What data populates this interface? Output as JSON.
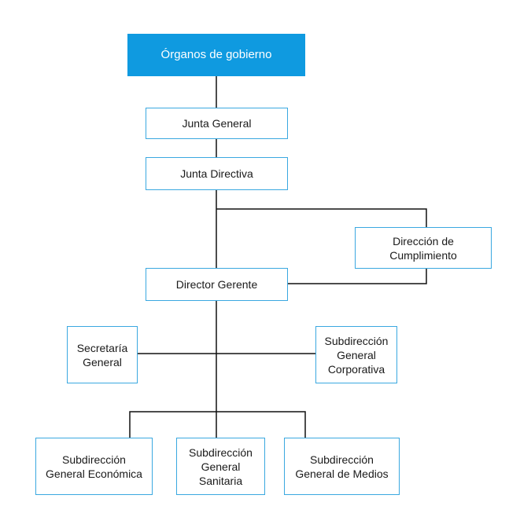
{
  "colors": {
    "header_fill": "#0f9ae0",
    "box_border": "#3aa8e0",
    "line": "#111111"
  },
  "nodes": {
    "organos": "Órganos de gobierno",
    "junta_general": "Junta General",
    "junta_directiva": "Junta Directiva",
    "direccion_cumplimiento": "Dirección de\nCumplimiento",
    "director_gerente": "Director Gerente",
    "secretaria_general": "Secretaría\nGeneral",
    "sub_corporativa": "Subdirección\nGeneral\nCorporativa",
    "sub_economica": "Subdirección\nGeneral Económica",
    "sub_sanitaria": "Subdirección\nGeneral\nSanitaria",
    "sub_medios": "Subdirección\nGeneral de Medios"
  },
  "edges": [
    [
      "organos",
      "junta_general"
    ],
    [
      "junta_general",
      "junta_directiva"
    ],
    [
      "junta_directiva",
      "director_gerente"
    ],
    [
      "junta_directiva",
      "direccion_cumplimiento"
    ],
    [
      "direccion_cumplimiento",
      "director_gerente"
    ],
    [
      "director_gerente",
      "secretaria_general"
    ],
    [
      "director_gerente",
      "sub_corporativa"
    ],
    [
      "director_gerente",
      "sub_economica"
    ],
    [
      "director_gerente",
      "sub_sanitaria"
    ],
    [
      "director_gerente",
      "sub_medios"
    ]
  ]
}
